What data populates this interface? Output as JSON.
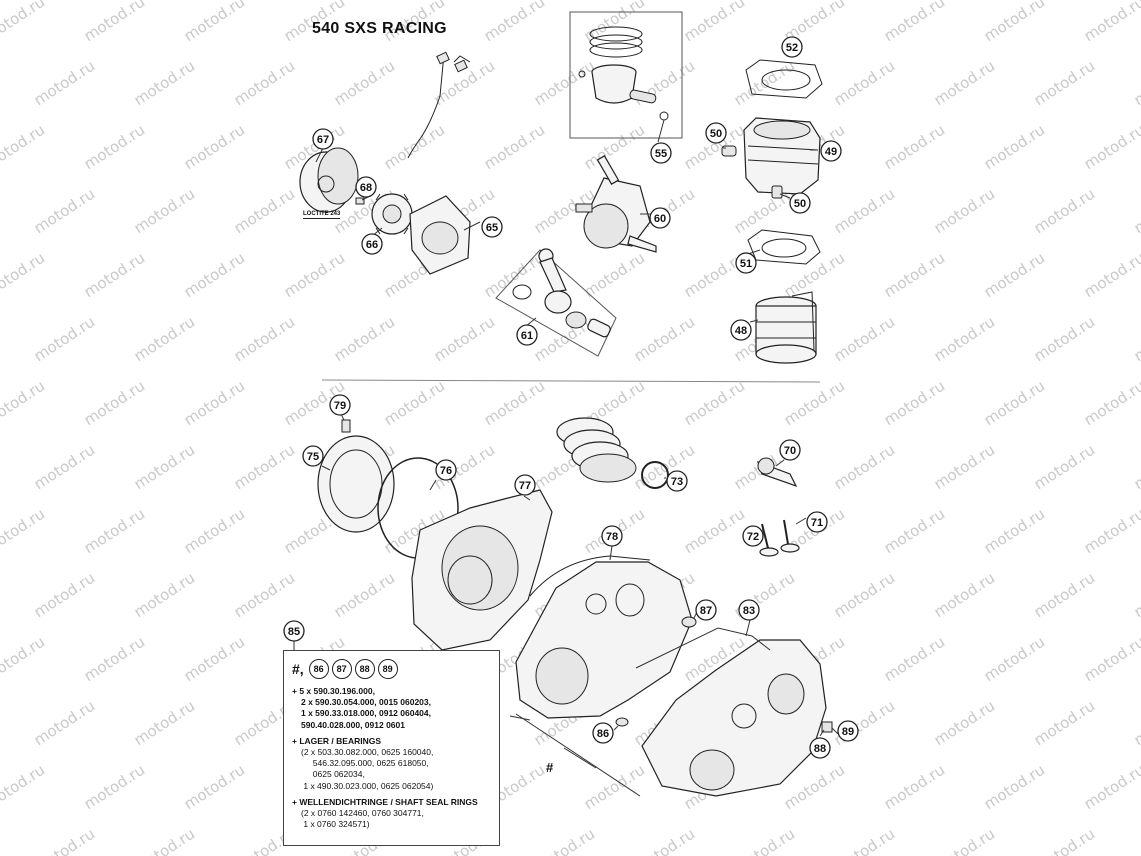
{
  "title": "540 SXS RACING",
  "watermark_text": "motod.ru",
  "loctite_label": "LOCTITE 243",
  "hash_label": "#",
  "callouts": [
    "67",
    "68",
    "66",
    "65",
    "55",
    "52",
    "50",
    "49",
    "50",
    "60",
    "51",
    "61",
    "48",
    "79",
    "75",
    "76",
    "77",
    "73",
    "70",
    "72",
    "71",
    "78",
    "87",
    "83",
    "85",
    "86",
    "89",
    "88"
  ],
  "kit": {
    "hash": "#,",
    "parts": [
      "86",
      "87",
      "88",
      "89"
    ],
    "sections": [
      {
        "heading": "+ 5 x 590.30.196.000,",
        "lines": [
          "2 x 590.30.054.000, 0015 060203,",
          "1 x 590.33.018.000, 0912 060404,",
          "590.40.028.000, 0912 0601"
        ],
        "bold": true
      },
      {
        "heading": "+ LAGER / BEARINGS",
        "lines": [
          "(2 x 503.30.082.000, 0625 160040,",
          "     546.32.095.000, 0625 618050,",
          "     0625 062034,",
          " 1 x 490.30.023.000, 0625 062054)"
        ],
        "bold": false
      },
      {
        "heading": "+ WELLENDICHTRINGE / SHAFT SEAL RINGS",
        "lines": [
          "(2 x 0760 142460, 0760 304771,",
          " 1 x 0760 324571)"
        ],
        "bold": false
      }
    ]
  }
}
